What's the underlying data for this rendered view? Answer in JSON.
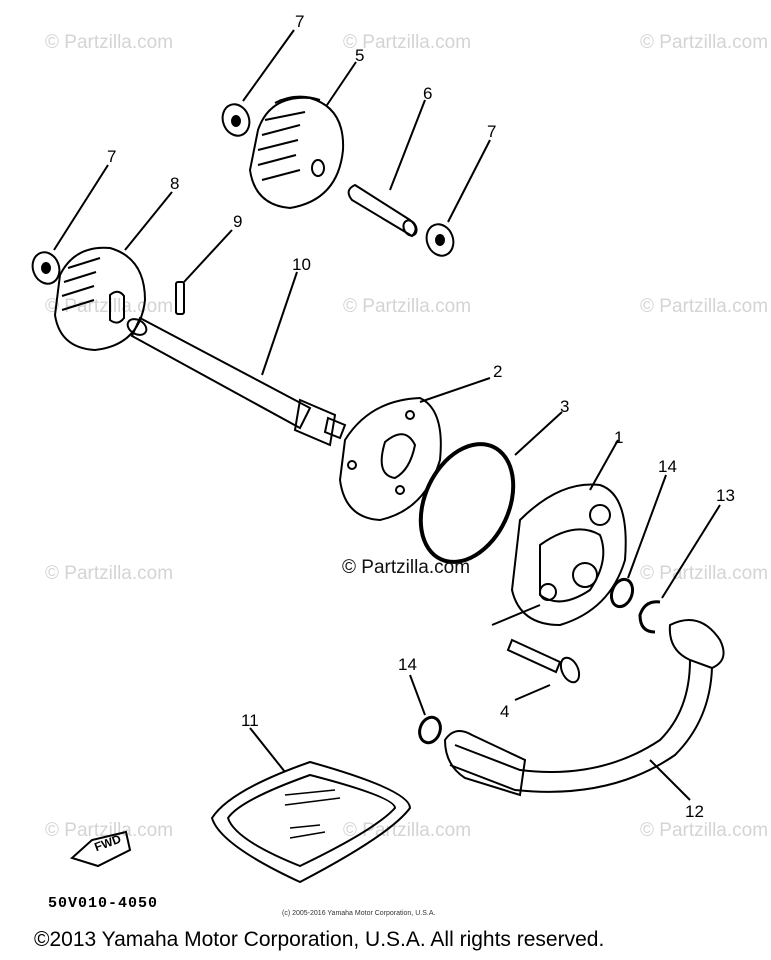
{
  "watermark": "© Partzilla.com",
  "center_watermark": "© Partzilla.com",
  "callouts": [
    "7",
    "5",
    "6",
    "7",
    "7",
    "8",
    "9",
    "10",
    "2",
    "3",
    "1",
    "14",
    "13",
    "4",
    "14",
    "11",
    "12"
  ],
  "fwd_label": "FWD",
  "part_code": "50V010-4050",
  "small_copyright": "(c) 2005-2016 Yamaha Motor Corporation, U.S.A.",
  "copyright": "©2013 Yamaha Motor Corporation, U.S.A. All rights reserved."
}
